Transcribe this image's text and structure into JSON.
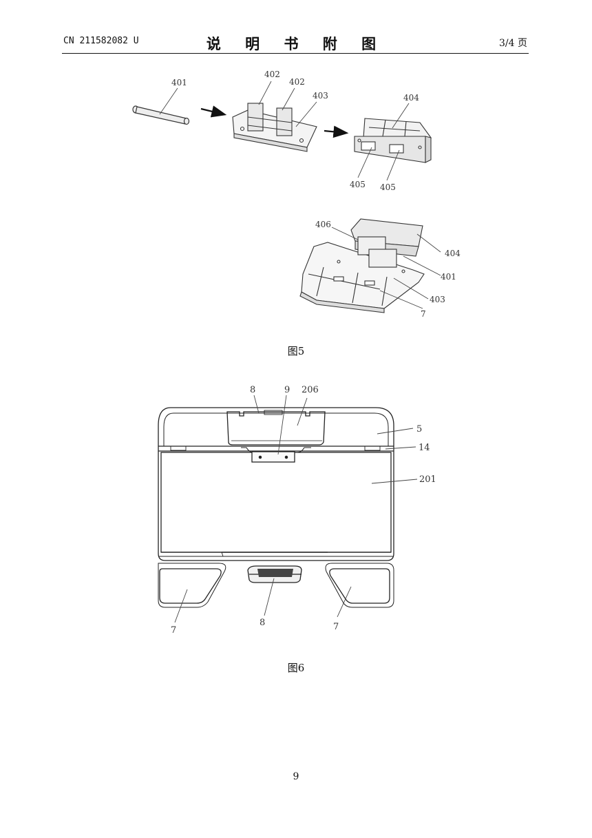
{
  "header": {
    "publication_number": "CN 211582082 U",
    "title": "说 明 书 附 图",
    "page_of": "3/4 页"
  },
  "figure5": {
    "caption": "图5",
    "labels": {
      "l401a": "401",
      "l402a": "402",
      "l402b": "402",
      "l403a": "403",
      "l404a": "404",
      "l405a": "405",
      "l405b": "405",
      "l406": "406",
      "l404b": "404",
      "l401b": "401",
      "l403b": "403",
      "l7": "7"
    }
  },
  "figure6": {
    "caption": "图6",
    "labels": {
      "l8top": "8",
      "l9": "9",
      "l206": "206",
      "l5": "5",
      "l14": "14",
      "l201": "201",
      "l7left": "7",
      "l8bottom": "8",
      "l7right": "7"
    }
  },
  "footer": {
    "page_number": "9"
  }
}
